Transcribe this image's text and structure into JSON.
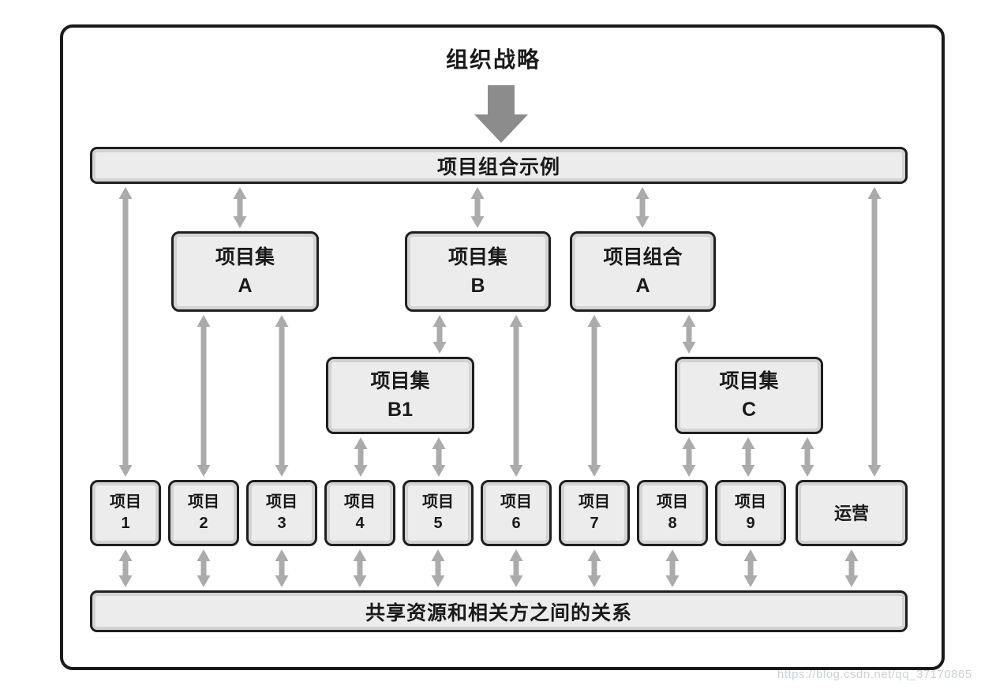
{
  "diagram": {
    "title": "组织战略",
    "portfolio_bar_label": "项目组合示例",
    "shared_resources_bar_label": "共享资源和相关方之间的关系",
    "nodes": {
      "program_a": {
        "line1": "项目集",
        "line2": "A"
      },
      "program_b": {
        "line1": "项目集",
        "line2": "B"
      },
      "portfolio_a": {
        "line1": "项目组合",
        "line2": "A"
      },
      "program_b1": {
        "line1": "项目集",
        "line2": "B1"
      },
      "program_c": {
        "line1": "项目集",
        "line2": "C"
      },
      "project_1": {
        "line1": "项目",
        "line2": "1"
      },
      "project_2": {
        "line1": "项目",
        "line2": "2"
      },
      "project_3": {
        "line1": "项目",
        "line2": "3"
      },
      "project_4": {
        "line1": "项目",
        "line2": "4"
      },
      "project_5": {
        "line1": "项目",
        "line2": "5"
      },
      "project_6": {
        "line1": "项目",
        "line2": "6"
      },
      "project_7": {
        "line1": "项目",
        "line2": "7"
      },
      "project_8": {
        "line1": "项目",
        "line2": "8"
      },
      "project_9": {
        "line1": "项目",
        "line2": "9"
      },
      "operations": {
        "line1": "运营",
        "line2": ""
      }
    },
    "watermark": "https://blog.csdn.net/qq_37170865",
    "colors": {
      "box_fill": "#ececec",
      "box_border": "#1f1f1f",
      "box_inner_rim": "#d3d3d3",
      "connector_arrow": "#ababab",
      "strategy_arrow": "#8c8c8c",
      "text": "#1a1a1a",
      "watermark_text": "#ccd1d5"
    }
  }
}
